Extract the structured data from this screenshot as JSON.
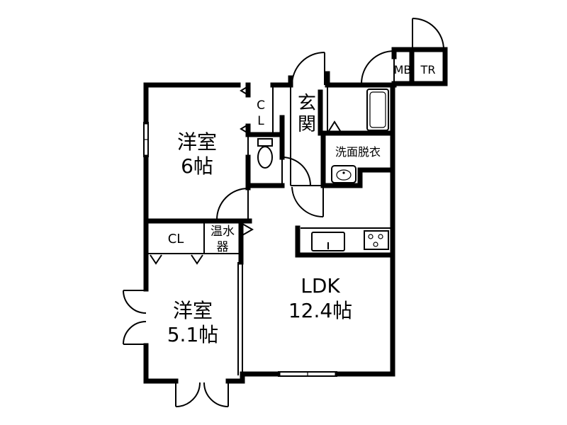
{
  "rooms": {
    "western_room_north": {
      "name": "洋室",
      "size": "6帖"
    },
    "western_room_south": {
      "name": "洋室",
      "size": "5.1帖"
    },
    "ldk": {
      "name": "LDK",
      "size": "12.4帖"
    },
    "entrance": {
      "line1": "玄",
      "line2": "関"
    },
    "closet_north": {
      "line1": "C",
      "line2": "L"
    },
    "closet_south": {
      "name": "CL"
    },
    "water_heater": {
      "line1": "温水",
      "line2": "器"
    },
    "washroom": {
      "name": "洗面脱衣"
    },
    "meter_box": {
      "name": "MB"
    },
    "trunk_room": {
      "name": "TR"
    }
  }
}
